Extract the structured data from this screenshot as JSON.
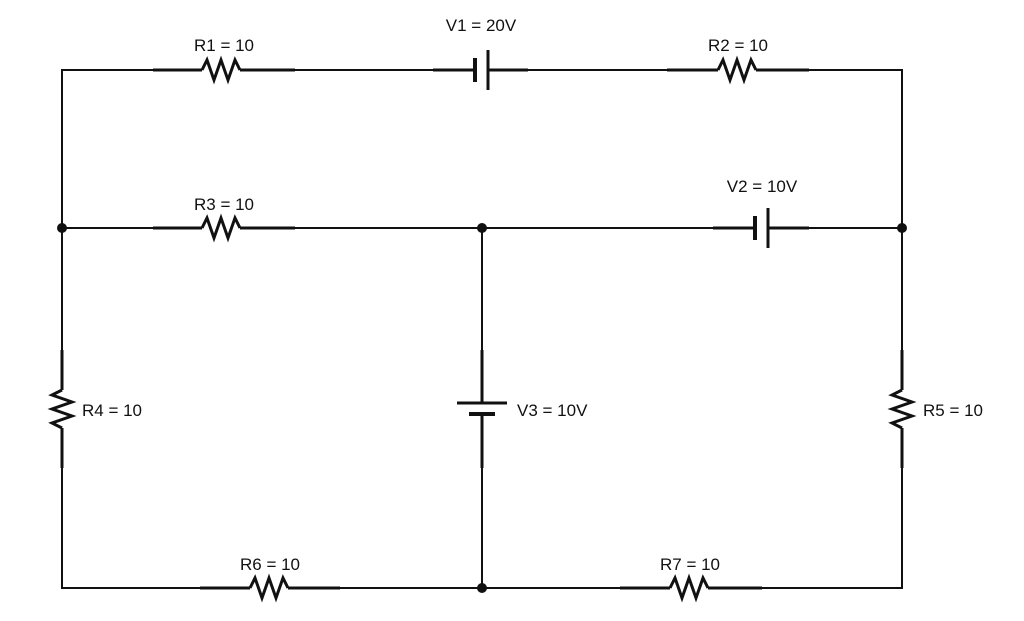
{
  "components": {
    "r1": "R1 = 10",
    "r2": "R2 = 10",
    "r3": "R3 = 10",
    "r4": "R4 = 10",
    "r5": "R5 = 10",
    "r6": "R6 = 10",
    "r7": "R7 = 10",
    "v1": "V1 = 20V",
    "v2": "V2 = 10V",
    "v3": "V3 = 10V"
  }
}
